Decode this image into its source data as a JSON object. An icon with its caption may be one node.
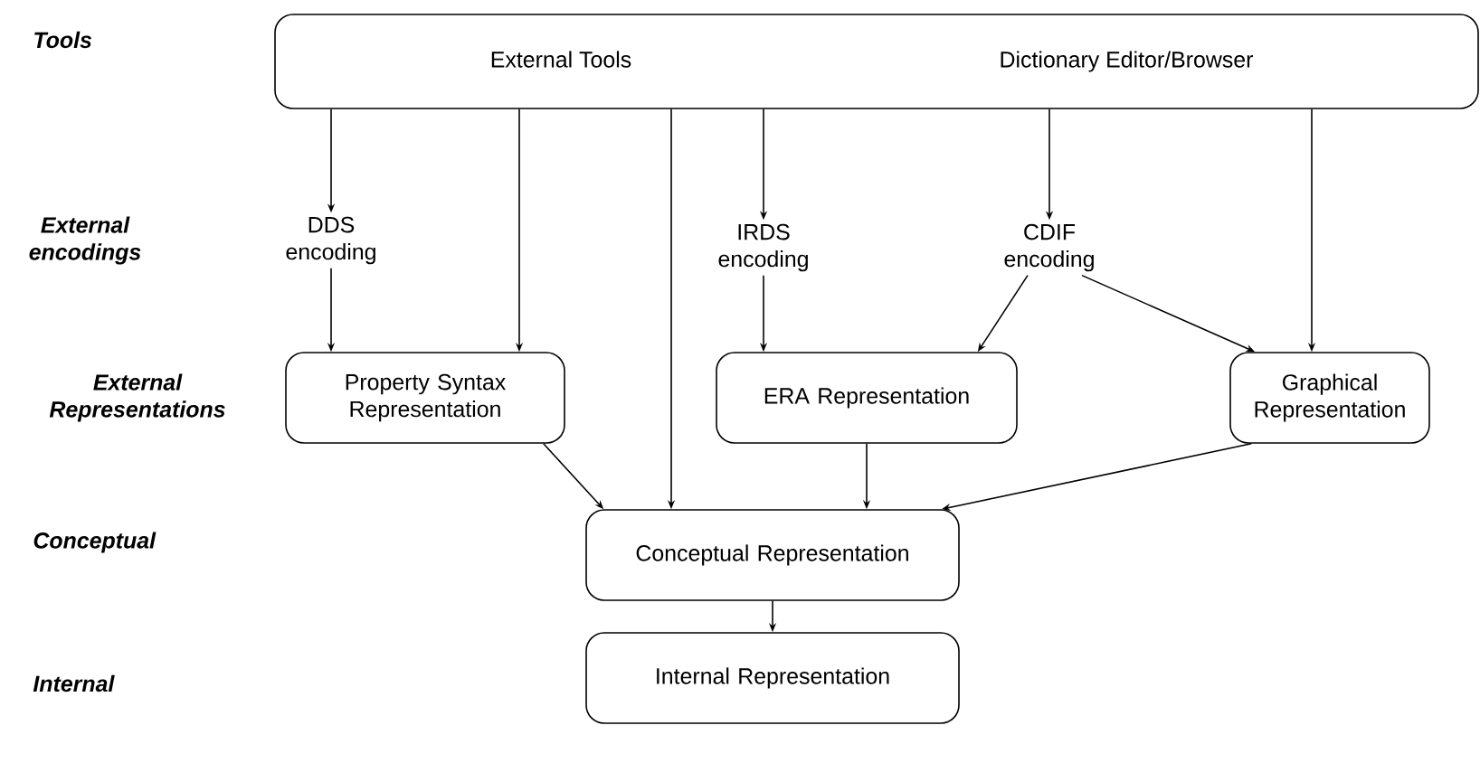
{
  "diagram": {
    "nodes": [
      {
        "text": [
          "External Tools",
          "Dictionary Editor/Browser"
        ]
      },
      {
        "text": [
          "DDS encoding"
        ]
      },
      {
        "text": [
          "IRDS encoding"
        ]
      },
      {
        "text": [
          "CDIF encoding"
        ]
      },
      {
        "text": [
          "Property Syntax Representation"
        ]
      },
      {
        "text": [
          "ERA Representation"
        ]
      },
      {
        "text": [
          "Graphical Representation"
        ]
      },
      {
        "text": [
          "Conceptual Representation"
        ]
      },
      {
        "text": [
          "Internal Representation"
        ]
      }
    ],
    "edges": [
      {
        "from": 0,
        "to": 1,
        "arrow": "to"
      },
      {
        "from": 1,
        "to": 4,
        "arrow": "to"
      },
      {
        "from": 0,
        "to": 4,
        "arrow": "to"
      },
      {
        "from": 0,
        "to": 7,
        "arrow": "to"
      },
      {
        "from": 0,
        "to": 2,
        "arrow": "to"
      },
      {
        "from": 2,
        "to": 5,
        "arrow": "to"
      },
      {
        "from": 0,
        "to": 3,
        "arrow": "to"
      },
      {
        "from": 3,
        "to": 5,
        "arrow": "to"
      },
      {
        "from": 3,
        "to": 6,
        "arrow": "to"
      },
      {
        "from": 0,
        "to": 6,
        "arrow": "to"
      },
      {
        "from": 4,
        "to": 7,
        "arrow": "to"
      },
      {
        "from": 5,
        "to": 7,
        "arrow": "to"
      },
      {
        "from": 6,
        "to": 7,
        "arrow": "to"
      },
      {
        "from": 7,
        "to": 8,
        "arrow": "to"
      }
    ],
    "labels": [
      "Tools",
      "External encodings",
      "External Representations",
      "Conceptual",
      "Internal"
    ]
  }
}
